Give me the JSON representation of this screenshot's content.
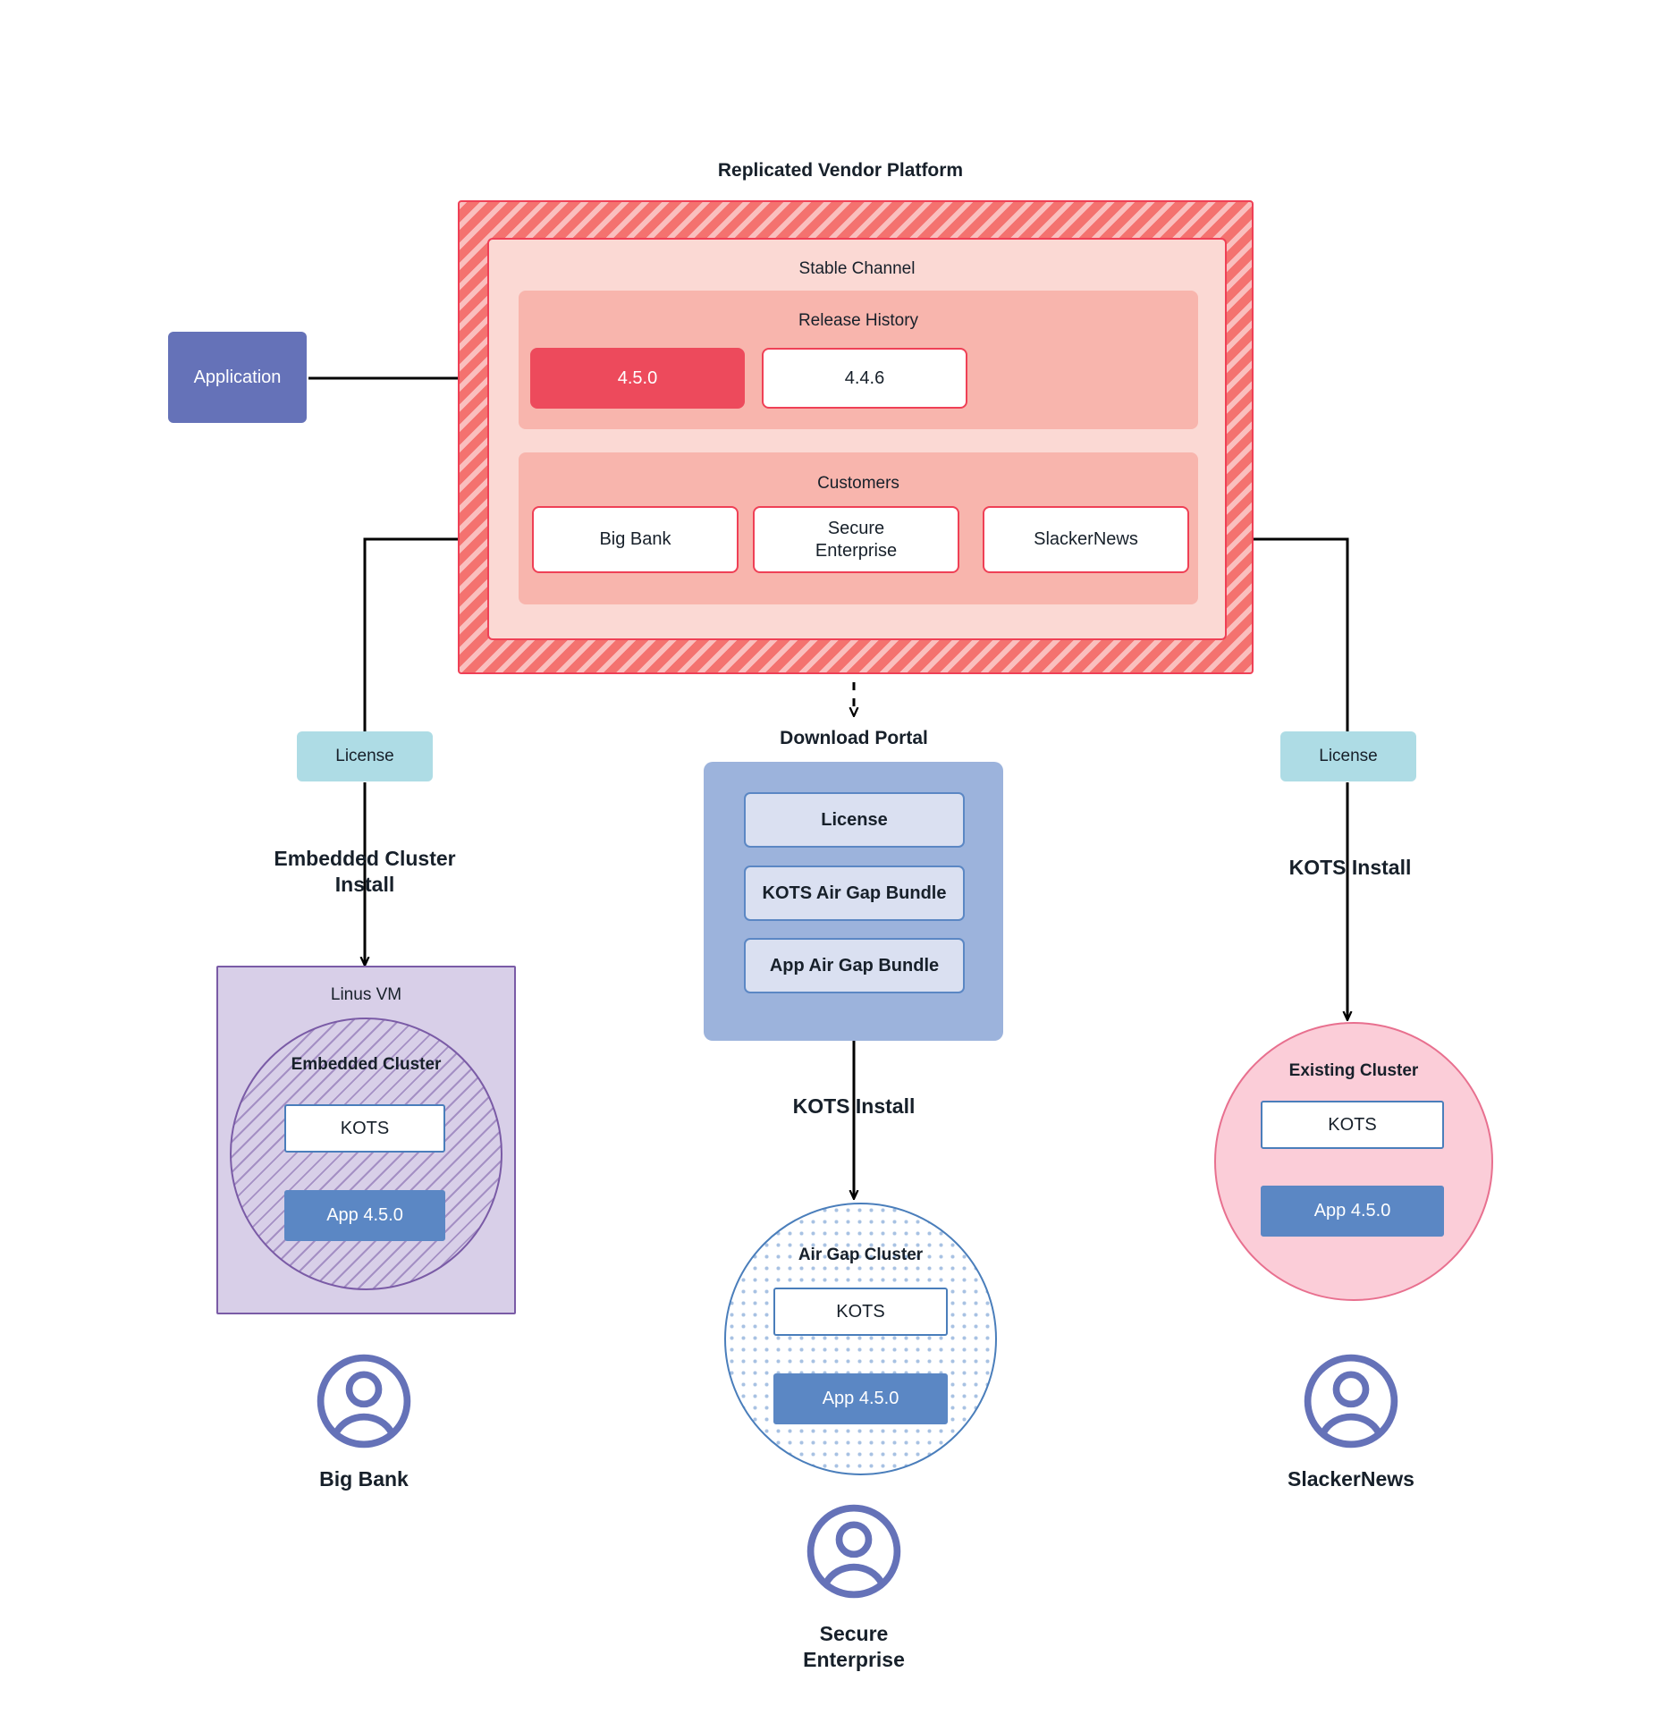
{
  "diagram": {
    "title": "Replicated Vendor Platform",
    "platform": {
      "channel_label": "Stable Channel",
      "release_history": {
        "label": "Release History",
        "releases": [
          {
            "version": "4.5.0",
            "state": "current"
          },
          {
            "version": "4.4.6",
            "state": "past"
          }
        ]
      },
      "customers": {
        "label": "Customers",
        "items": [
          {
            "name": "Big Bank"
          },
          {
            "name": "Secure\nEnterprise"
          },
          {
            "name": "SlackerNews"
          }
        ]
      }
    },
    "application_box": {
      "label": "Application"
    },
    "licenses": {
      "left": "License",
      "right": "License"
    },
    "edge_labels": {
      "left_install": "Embedded Cluster\nInstall",
      "center_install": "KOTS Install",
      "right_install": "KOTS Install"
    },
    "download_portal": {
      "title": "Download  Portal",
      "items": [
        {
          "label": "License"
        },
        {
          "label": "KOTS Air Gap Bundle"
        },
        {
          "label": "App Air Gap Bundle"
        }
      ]
    },
    "targets": {
      "left": {
        "host_label": "Linus VM",
        "cluster_label": "Embedded Cluster",
        "kots_label": "KOTS",
        "app_label": "App 4.5.0",
        "persona": "Big Bank"
      },
      "center": {
        "cluster_label": "Air Gap Cluster",
        "kots_label": "KOTS",
        "app_label": "App 4.5.0",
        "persona": "Secure\nEnterprise"
      },
      "right": {
        "cluster_label": "Existing Cluster",
        "kots_label": "KOTS",
        "app_label": "App 4.5.0",
        "persona": "SlackerNews"
      }
    },
    "icons": {
      "persona": "user-avatar-icon"
    },
    "colors": {
      "platform_hatch": "#f4726f",
      "platform_border": "#ef4056",
      "channel_bg": "#fbd9d4",
      "section_bg": "#f8b5ad",
      "current_release": "#ed4a5c",
      "application": "#6572b8",
      "license": "#aedce5",
      "portal_bg": "#9cb3dc",
      "portal_item": "#dae0f1",
      "kots_border": "#4a7ebb",
      "app_version": "#5b87c4",
      "vm_purple": "#d8cfe8",
      "existing_pink": "#fbcdd8",
      "persona_icon": "#6572b8"
    }
  }
}
